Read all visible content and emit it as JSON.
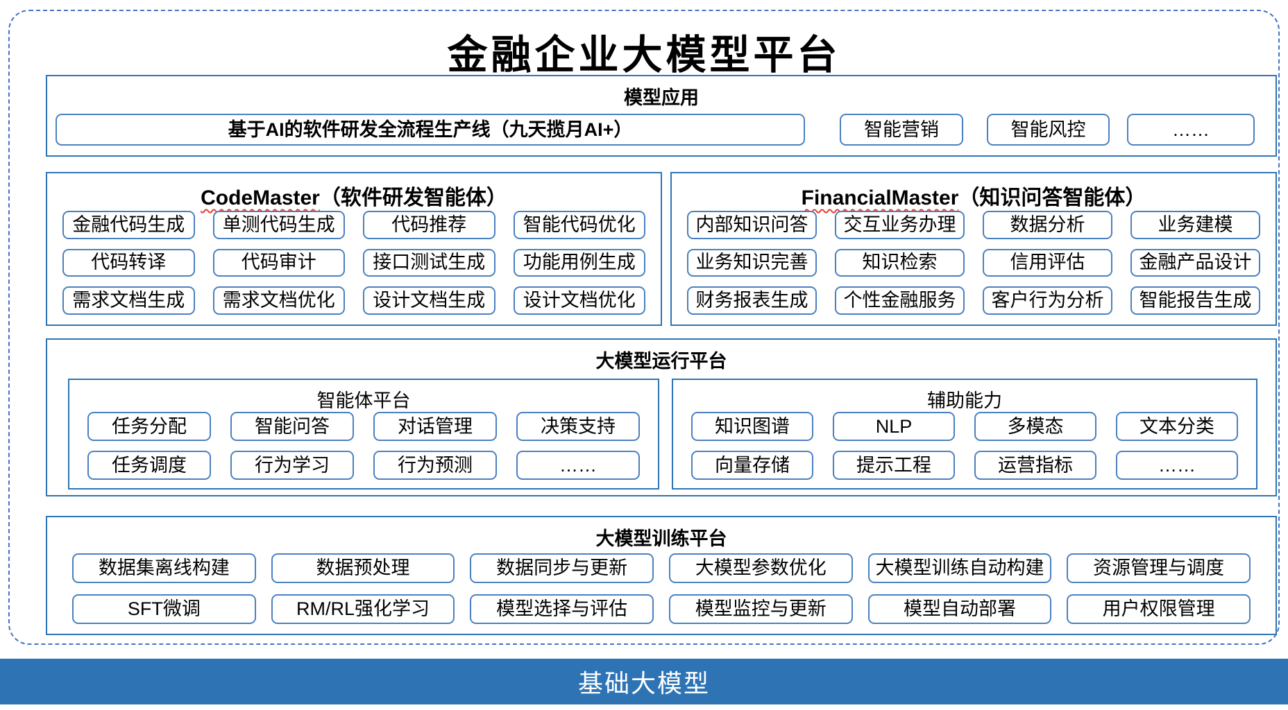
{
  "title": "金融企业大模型平台",
  "colors": {
    "accent_blue": "#2e74b5",
    "dashed_border_blue": "#4472c4",
    "item_border_blue": "#4a80c0",
    "foundation_bar_blue": "#2e74b5",
    "spellcheck_wavy_red": "#e43d30"
  },
  "sections": {
    "model_app": {
      "header": "模型应用",
      "main_item": "基于AI的软件研发全流程生产线（九天揽月AI+）",
      "items": [
        "智能营销",
        "智能风控",
        "……"
      ]
    },
    "code_master": {
      "header_en": "CodeMaster",
      "header_zh": "（软件研发智能体）",
      "items": [
        "金融代码生成",
        "单测代码生成",
        "代码推荐",
        "智能代码优化",
        "代码转译",
        "代码审计",
        "接口测试生成",
        "功能用例生成",
        "需求文档生成",
        "需求文档优化",
        "设计文档生成",
        "设计文档优化"
      ]
    },
    "financial_master": {
      "header_en": "FinancialMaster",
      "header_zh": "（知识问答智能体）",
      "items": [
        "内部知识问答",
        "交互业务办理",
        "数据分析",
        "业务建模",
        "业务知识完善",
        "知识检索",
        "信用评估",
        "金融产品设计",
        "财务报表生成",
        "个性金融服务",
        "客户行为分析",
        "智能报告生成"
      ]
    },
    "runtime": {
      "header": "大模型运行平台",
      "agent_platform": {
        "header": "智能体平台",
        "items": [
          "任务分配",
          "智能问答",
          "对话管理",
          "决策支持",
          "任务调度",
          "行为学习",
          "行为预测",
          "……"
        ]
      },
      "aux_ability": {
        "header": "辅助能力",
        "items": [
          "知识图谱",
          "NLP",
          "多模态",
          "文本分类",
          "向量存储",
          "提示工程",
          "运营指标",
          "……"
        ]
      }
    },
    "training": {
      "header": "大模型训练平台",
      "items": [
        "数据集离线构建",
        "数据预处理",
        "数据同步与更新",
        "大模型参数优化",
        "大模型训练自动构建",
        "资源管理与调度",
        "SFT微调",
        "RM/RL强化学习",
        "模型选择与评估",
        "模型监控与更新",
        "模型自动部署",
        "用户权限管理"
      ]
    },
    "foundation": {
      "label": "基础大模型"
    }
  }
}
